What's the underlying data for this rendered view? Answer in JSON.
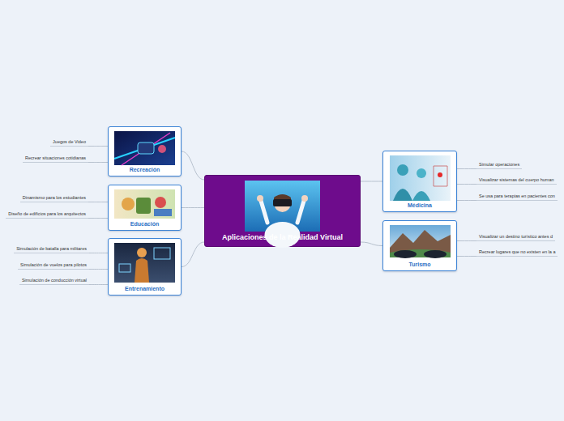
{
  "diagram": {
    "nodes": [
      {
        "text": [
          "Aplicaciones de la Realidad Virtual"
        ]
      },
      {
        "text": [
          "Recreación"
        ]
      },
      {
        "text": [
          "Juegos de Video"
        ]
      },
      {
        "text": [
          "Recrear situaciones cotidianas"
        ]
      },
      {
        "text": [
          "Educación"
        ]
      },
      {
        "text": [
          "Dinamismo para los estudiantes"
        ]
      },
      {
        "text": [
          "Diseño de edificios para los arquitectos"
        ]
      },
      {
        "text": [
          "Entrenamiento"
        ]
      },
      {
        "text": [
          "Simulación de batalla para militares"
        ]
      },
      {
        "text": [
          "Simulación de vuelos para pilotos"
        ]
      },
      {
        "text": [
          "Simulación de conducción virtual"
        ]
      },
      {
        "text": [
          "Médicina"
        ]
      },
      {
        "text": [
          "Simular operaciones"
        ]
      },
      {
        "text": [
          "Visualizar sistemas del cuerpo human"
        ]
      },
      {
        "text": [
          "Se usa para terapias en pacientes con"
        ]
      },
      {
        "text": [
          "Turismo"
        ]
      },
      {
        "text": [
          "Visualizar un destino turístico antes d"
        ]
      },
      {
        "text": [
          "Recrear lugares que no existen en la a"
        ]
      }
    ],
    "edges": [
      {
        "from": 0,
        "to": 1,
        "arrow": "none"
      },
      {
        "from": 0,
        "to": 4,
        "arrow": "none"
      },
      {
        "from": 0,
        "to": 7,
        "arrow": "none"
      },
      {
        "from": 0,
        "to": 11,
        "arrow": "none"
      },
      {
        "from": 0,
        "to": 15,
        "arrow": "none"
      },
      {
        "from": 1,
        "to": 2,
        "arrow": "none"
      },
      {
        "from": 1,
        "to": 3,
        "arrow": "none"
      },
      {
        "from": 4,
        "to": 5,
        "arrow": "none"
      },
      {
        "from": 4,
        "to": 6,
        "arrow": "none"
      },
      {
        "from": 7,
        "to": 8,
        "arrow": "none"
      },
      {
        "from": 7,
        "to": 9,
        "arrow": "none"
      },
      {
        "from": 7,
        "to": 10,
        "arrow": "none"
      },
      {
        "from": 11,
        "to": 12,
        "arrow": "none"
      },
      {
        "from": 11,
        "to": 13,
        "arrow": "none"
      },
      {
        "from": 11,
        "to": 14,
        "arrow": "none"
      },
      {
        "from": 15,
        "to": 16,
        "arrow": "none"
      },
      {
        "from": 15,
        "to": 17,
        "arrow": "none"
      }
    ]
  }
}
